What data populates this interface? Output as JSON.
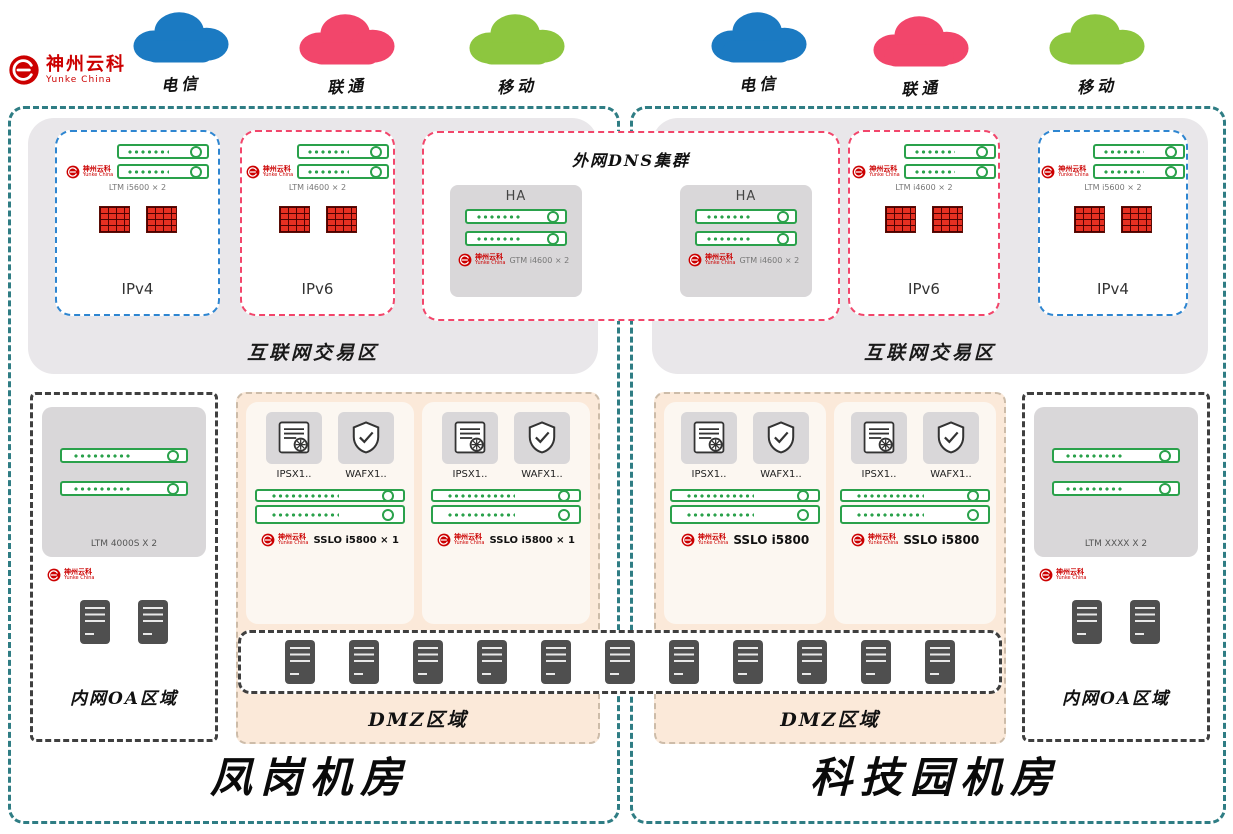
{
  "logo": {
    "brand": "神州云科",
    "sub": "Yunke China"
  },
  "colors": {
    "site_border": "#2f7d84",
    "device_green": "#2aa14b",
    "ipv4_border": "#2e86d1",
    "ipv6_border": "#f2466b",
    "internet_zone_bg": "#e9e7ea",
    "dmz_bg": "#fbe9d9",
    "panel_gray": "#d9d7d9",
    "firewall_red": "#e63022",
    "server_gray": "#4f4f4f",
    "brand_red": "#cc0000"
  },
  "clouds": [
    {
      "label": "电信",
      "color": "#1b7ac2"
    },
    {
      "label": "联通",
      "color": "#f2466b"
    },
    {
      "label": "移动",
      "color": "#8dc63f"
    },
    {
      "label": "电信",
      "color": "#1b7ac2"
    },
    {
      "label": "联通",
      "color": "#f2466b"
    },
    {
      "label": "移动",
      "color": "#8dc63f"
    }
  ],
  "dns_cluster": {
    "title": "外网DNS集群",
    "ha": [
      {
        "title": "HA",
        "device_label": "GTM i4600 × 2"
      },
      {
        "title": "HA",
        "device_label": "GTM i4600 × 2"
      }
    ]
  },
  "left_site": {
    "name": "凤岗机房",
    "internet_zone_label": "互联网交易区",
    "ipv4": {
      "label": "IPv4",
      "device_label": "LTM i5600 × 2"
    },
    "ipv6": {
      "label": "IPv6",
      "device_label": "LTM i4600 × 2"
    },
    "oa_zone": {
      "label": "内网OA区域",
      "device_label": "LTM 4000S X 2"
    },
    "dmz": {
      "label": "DMZ区域",
      "groups": [
        {
          "ips_label": "IPSX1..",
          "waf_label": "WAFX1..",
          "sslo_label": "SSLO i5800 × 1"
        },
        {
          "ips_label": "IPSX1..",
          "waf_label": "WAFX1..",
          "sslo_label": "SSLO i5800 × 1"
        }
      ]
    }
  },
  "right_site": {
    "name": "科技园机房",
    "internet_zone_label": "互联网交易区",
    "ipv6": {
      "label": "IPv6",
      "device_label": "LTM i4600 × 2"
    },
    "ipv4": {
      "label": "IPv4",
      "device_label": "LTM i5600 × 2"
    },
    "oa_zone": {
      "label": "内网OA区域",
      "device_label": "LTM XXXX X 2"
    },
    "dmz": {
      "label": "DMZ区域",
      "groups": [
        {
          "ips_label": "IPSX1..",
          "waf_label": "WAFX1..",
          "sslo_label": "SSLO i5800"
        },
        {
          "ips_label": "IPSX1..",
          "waf_label": "WAFX1..",
          "sslo_label": "SSLO i5800"
        }
      ]
    }
  }
}
